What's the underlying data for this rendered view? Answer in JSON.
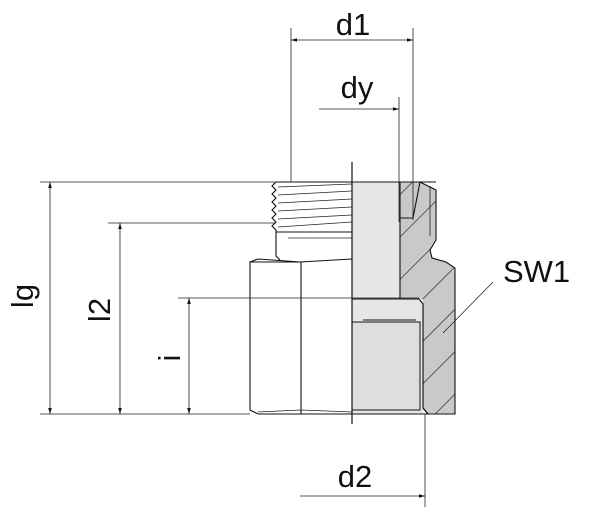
{
  "drawing": {
    "dimensions": {
      "d1": "d1",
      "dy": "dy",
      "lg": "lg",
      "l2": "l2",
      "i": "i",
      "d2": "d2",
      "sw1": "SW1"
    },
    "colors": {
      "line": "#111111",
      "section_fill": "#c9c9c9",
      "bore_fill": "#e6e6e6"
    }
  }
}
